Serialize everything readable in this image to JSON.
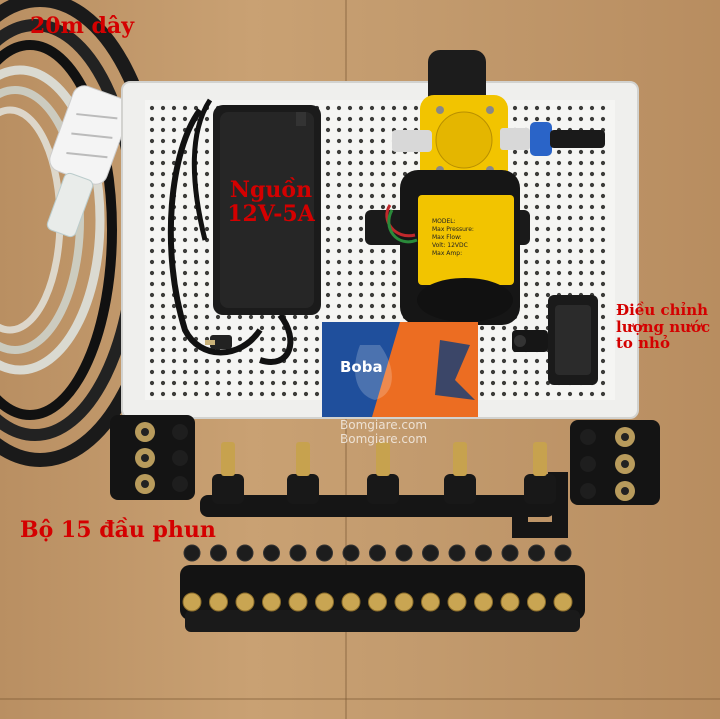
{
  "labels": {
    "hose": "20m dây",
    "power": "Nguồn\n12V-5A",
    "adjust": "Điều chỉnh\nlượng nước\nto nhỏ",
    "nozzles": "Bộ 15 đầu phun"
  },
  "watermark": {
    "line1": "Bomgiare.com",
    "line2": "Bomgiare.com"
  },
  "card": {
    "brand": "Boba"
  },
  "pump_label": {
    "model": "MODEL:",
    "pressure": "Max Pressure:",
    "flow": "Max Flow:",
    "volt": "Volt: 12VDC",
    "amp": "Max Amp:"
  },
  "colors": {
    "label_red": "#d40000",
    "pump_yellow": "#f2c400",
    "board_white": "#efefed",
    "card_orange": "#ec6d22"
  }
}
